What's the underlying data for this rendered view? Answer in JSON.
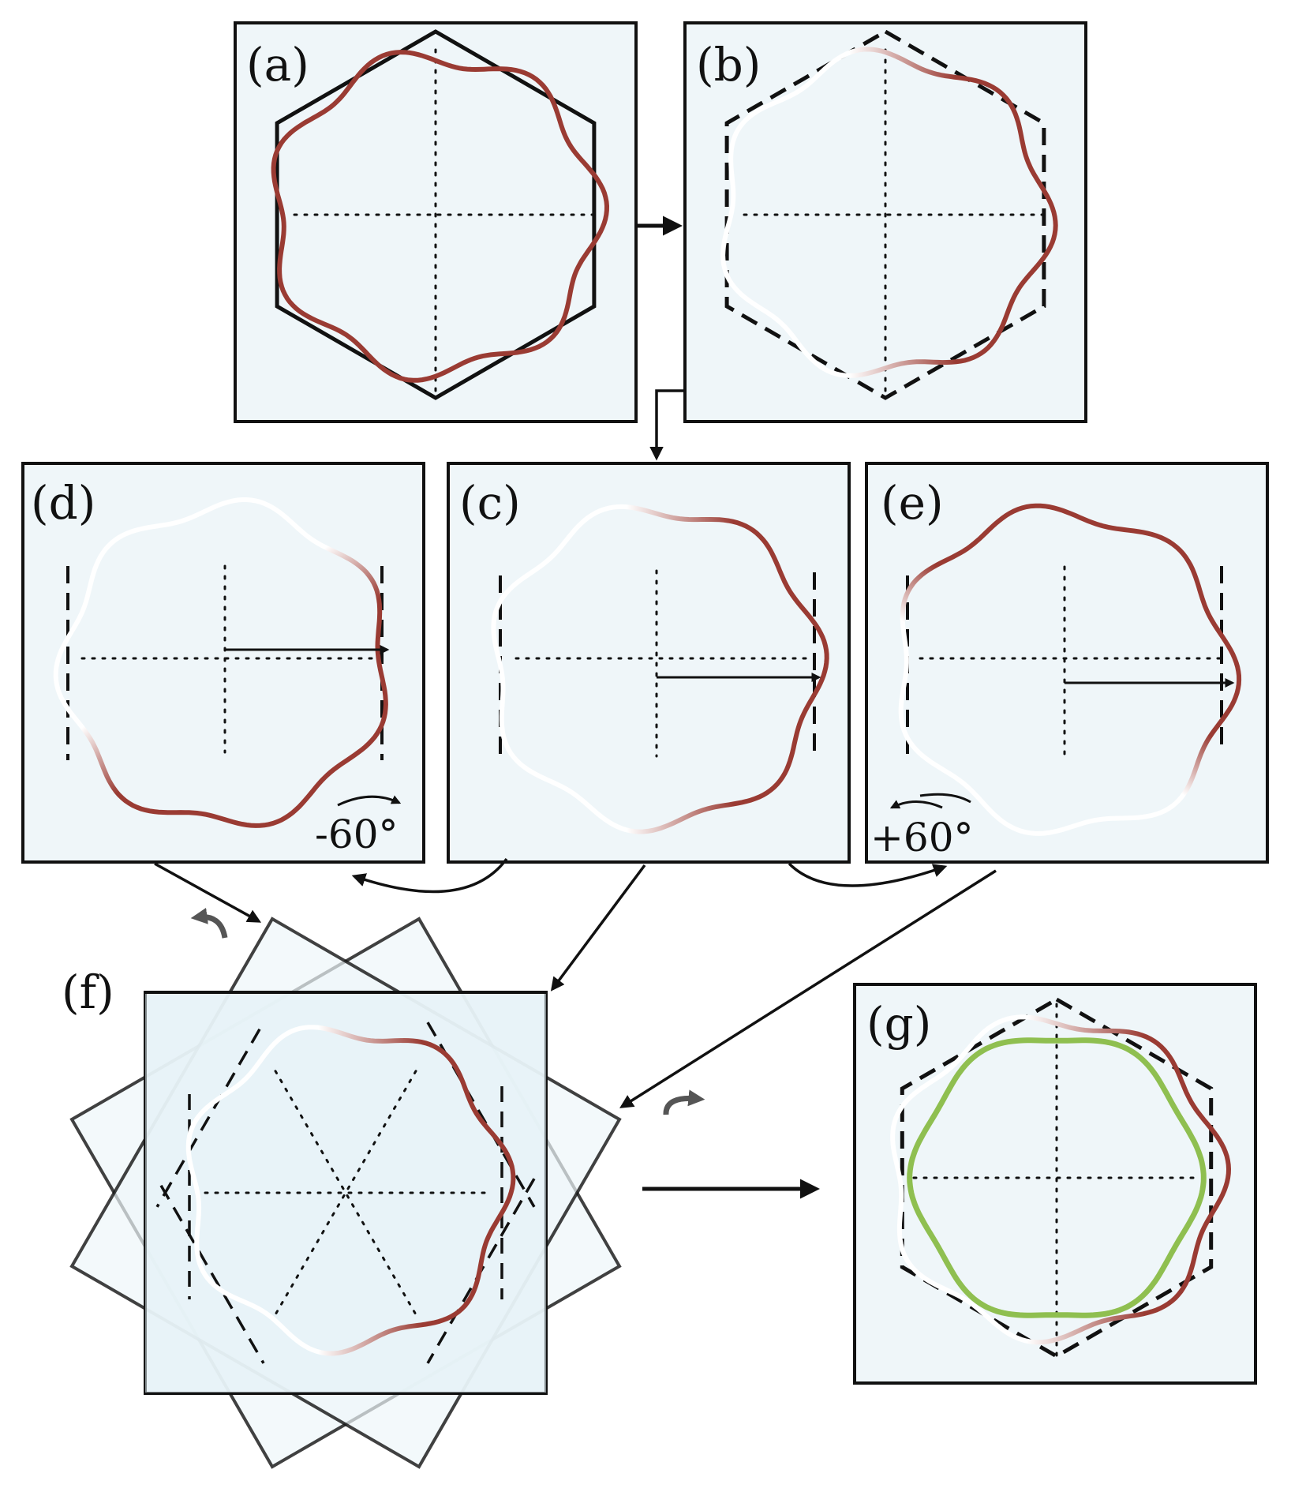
{
  "panels": {
    "a": {
      "label": "(a)"
    },
    "b": {
      "label": "(b)"
    },
    "c": {
      "label": "(c)"
    },
    "d": {
      "label": "(d)",
      "angle": "-60°"
    },
    "e": {
      "label": "(e)",
      "angle": "+60°"
    },
    "f": {
      "label": "(f)"
    },
    "g": {
      "label": "(g)"
    }
  },
  "colors": {
    "panel_fill": "#eff6f9",
    "f_inner_fill": "#e2f1f6",
    "contour": "#9a3b33",
    "contour_faded": "#ffffff",
    "averaged_contour": "#8fbf50",
    "outline": "#111111",
    "curl_arrow": "#555555"
  },
  "icons": {
    "rotate_ccw": "curved-arrow-ccw-icon",
    "rotate_cw": "curved-arrow-cw-icon"
  }
}
